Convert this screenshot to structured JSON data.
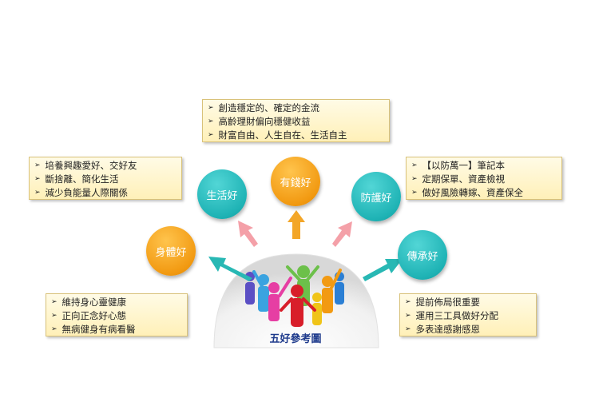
{
  "center_label": "五好參考圖",
  "bullet_icon": "arrow-bullet",
  "colors": {
    "orange": "#f29a12",
    "teal": "#1fb3b5",
    "pink_arrow": "#f4a0a8",
    "teal_arrow": "#28b8b4",
    "orange_arrow": "#f3a628"
  },
  "nodes": {
    "body": {
      "label": "身體好",
      "items": [
        "維持身心靈健康",
        "正向正念好心態",
        "無病健身有病看醫"
      ]
    },
    "life": {
      "label": "生活好",
      "items": [
        "培養興趣愛好、交好友",
        "斷捨離、簡化生活",
        "減少負能量人際關係"
      ]
    },
    "money": {
      "label": "有錢好",
      "items": [
        "創造穩定的、確定的金流",
        "高齡理財偏向穩健收益",
        "財富自由、人生自在、生活自主"
      ]
    },
    "protect": {
      "label": "防護好",
      "items": [
        "【以防萬一】筆記本",
        "定期保單、資產檢視",
        "做好風險轉嫁、資產保全"
      ]
    },
    "inherit": {
      "label": "傳承好",
      "items": [
        "提前佈局很重要",
        "運用三工具做好分配",
        "多表達感謝感恩"
      ]
    }
  }
}
